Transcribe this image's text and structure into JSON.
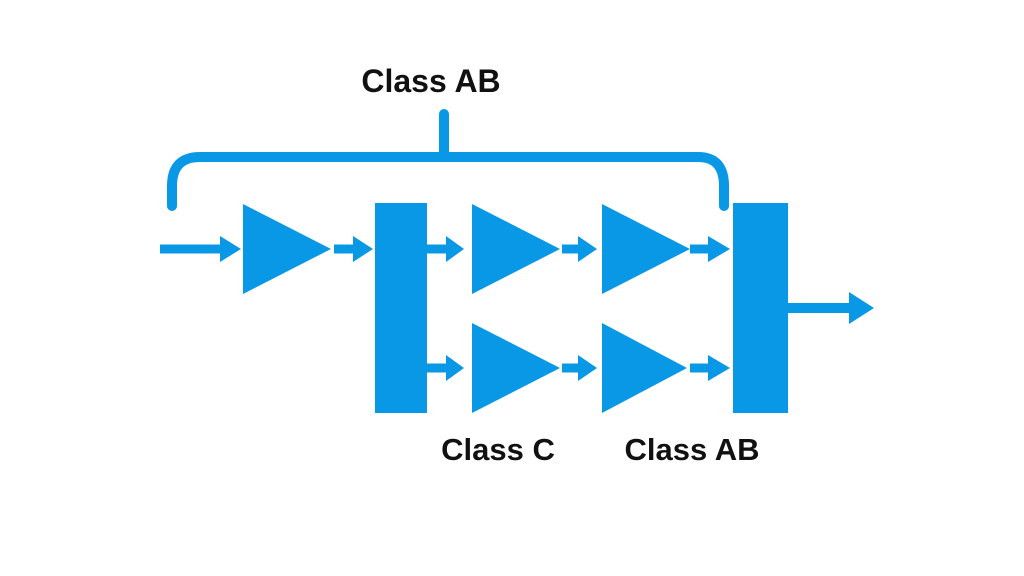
{
  "diagram": {
    "background_color": "#FFFFFF",
    "accent_color": "#0998E6",
    "text_color": "#111111",
    "top_brace_label": "Class AB",
    "bottom_label_left": "Class C",
    "bottom_label_right": "Class AB",
    "blocks": {
      "driver_amplifier": "amplifier-triangle",
      "splitter": "splitter-block",
      "top_path_amplifiers": 2,
      "bottom_path_amplifiers": 2,
      "combiner": "combiner-block"
    }
  }
}
